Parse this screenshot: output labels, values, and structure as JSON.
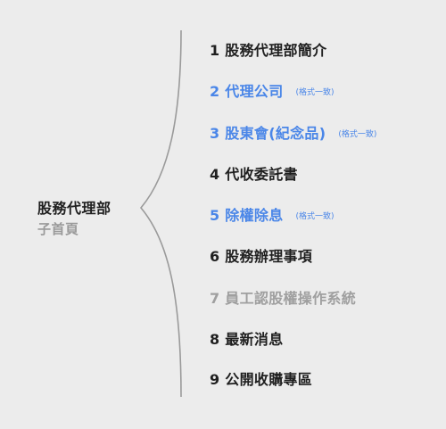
{
  "root": {
    "title": "股務代理部",
    "subtitle": "子首頁"
  },
  "items": [
    {
      "label": "1 股務代理部簡介",
      "note": ""
    },
    {
      "label": "2 代理公司",
      "note": "(格式一致)"
    },
    {
      "label": "3 股東會(紀念品)",
      "note": "(格式一致)"
    },
    {
      "label": "4 代收委託書",
      "note": ""
    },
    {
      "label": "5 除權除息",
      "note": "(格式一致)"
    },
    {
      "label": "6 股務辦理事項",
      "note": ""
    },
    {
      "label": "7 員工認股權操作系統",
      "note": ""
    },
    {
      "label": "8 最新消息",
      "note": ""
    },
    {
      "label": "9 公開收購專區",
      "note": ""
    }
  ],
  "colors": {
    "text": "#1f1f1f",
    "highlight": "#4a86e8",
    "muted": "#9f9f9f",
    "line": "#9a9a9a"
  }
}
